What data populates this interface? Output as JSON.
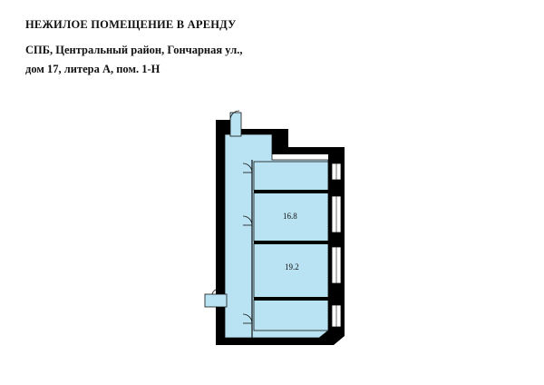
{
  "heading": "НЕЖИЛОЕ ПОМЕЩЕНИЕ В АРЕНДУ",
  "address": {
    "line1": "СПБ, Центральный район, Гончарная ул.,",
    "line2": "дом 17, литера А, пом. 1-Н"
  },
  "rooms": [
    {
      "id": "room-upper",
      "area": "16.8"
    },
    {
      "id": "room-lower",
      "area": "19.2"
    }
  ],
  "colors": {
    "room_fill": "#b9e3f3",
    "wall": "#000000",
    "line": "#111111"
  }
}
